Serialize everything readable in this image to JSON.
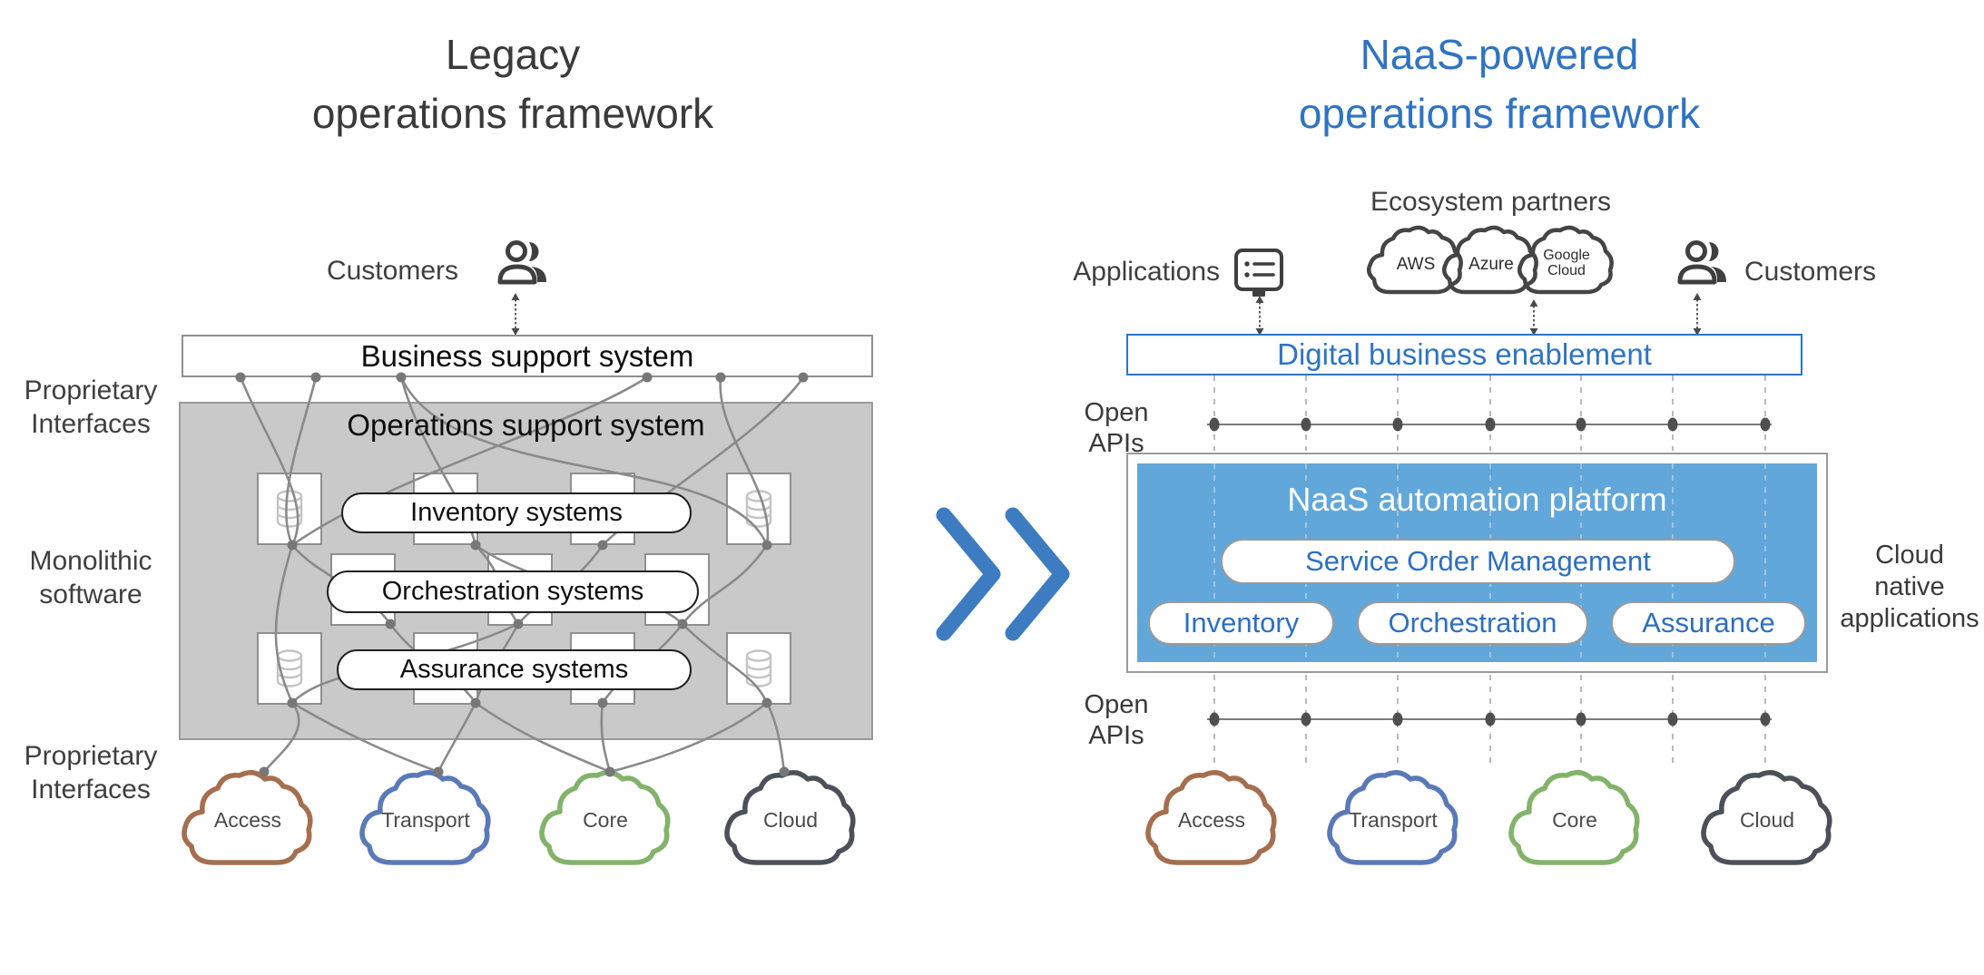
{
  "colors": {
    "accent_blue": "#2F73C4",
    "chevron_blue": "#3D7CC0",
    "platform_blue": "#61A7DA",
    "legacy_gray_box": "#C9C9C9",
    "connector_gray": "#8a8a8a",
    "partner_cloud_outline": "#454545"
  },
  "left_panel": {
    "title": "Legacy\noperations framework",
    "customers_label": "Customers",
    "bss_label": "Business support system",
    "oss_label": "Operations support system",
    "system_pills": [
      "Inventory systems",
      "Orchestration systems",
      "Assurance systems"
    ],
    "side_labels": [
      "Proprietary\nInterfaces",
      "Monolithic\nsoftware",
      "Proprietary\nInterfaces"
    ],
    "clouds": [
      {
        "label": "Access",
        "color": "#A56E4E"
      },
      {
        "label": "Transport",
        "color": "#5B79B8"
      },
      {
        "label": "Core",
        "color": "#83B36B"
      },
      {
        "label": "Cloud",
        "color": "#4C5058"
      }
    ]
  },
  "right_panel": {
    "title": "NaaS-powered\noperations framework",
    "applications_label": "Applications",
    "ecosystem_label": "Ecosystem partners",
    "partner_clouds": [
      "AWS",
      "Azure",
      "Google\nCloud"
    ],
    "customers_label": "Customers",
    "dbe_label": "Digital business enablement",
    "open_apis_top": "Open\nAPIs",
    "open_apis_bottom": "Open\nAPIs",
    "platform_title": "NaaS automation platform",
    "som_pill": "Service Order Management",
    "platform_pills": [
      "Inventory",
      "Orchestration",
      "Assurance"
    ],
    "cloud_native_label": "Cloud\nnative\napplications",
    "clouds": [
      {
        "label": "Access",
        "color": "#A56E4E"
      },
      {
        "label": "Transport",
        "color": "#5B79B8"
      },
      {
        "label": "Core",
        "color": "#83B36B"
      },
      {
        "label": "Cloud",
        "color": "#4C5058"
      }
    ]
  }
}
